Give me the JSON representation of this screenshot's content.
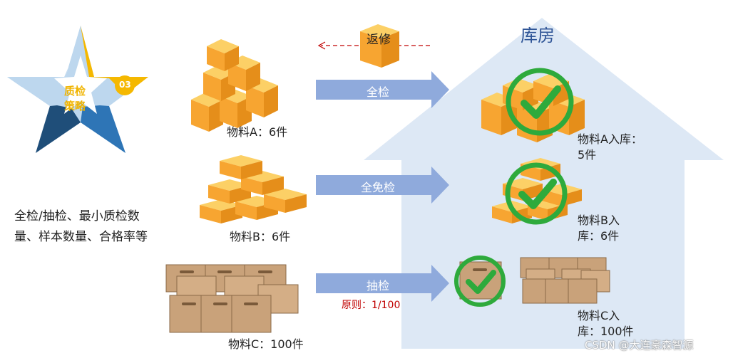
{
  "star": {
    "line1": "质检",
    "line2": "策略",
    "number": "03",
    "colors": {
      "yellow": "#f5b800",
      "lightblue": "#bdd7ee",
      "midblue": "#2e75b6",
      "darkblue": "#1f4e79"
    }
  },
  "description": "全检/抽检、最小质检数量、样本数量、合格率等",
  "warehouse": {
    "title": "库房",
    "color": "#dde8f5"
  },
  "return_label": "返修",
  "rows": [
    {
      "source_label": "物料A：6件",
      "arrow_label": "全检",
      "result_line1": "物料A入库：",
      "result_line2": "5件"
    },
    {
      "source_label": "物料B：6件",
      "arrow_label": "全免检",
      "result_line1": "物料B入",
      "result_line2": "库：6件"
    },
    {
      "source_label": "物料C：100件",
      "arrow_label": "抽检",
      "result_line1": "物料C入",
      "result_line2": "库：100件"
    }
  ],
  "principle": "原则：1/100",
  "watermark": "CSDN @大连豪森智源",
  "colors": {
    "arrow": "#8faadc",
    "check_ring": "#2eaa3c",
    "box_orange": "#f7a531",
    "box_kraft": "#c9a27a",
    "dashed_arrow": "#c00000"
  }
}
